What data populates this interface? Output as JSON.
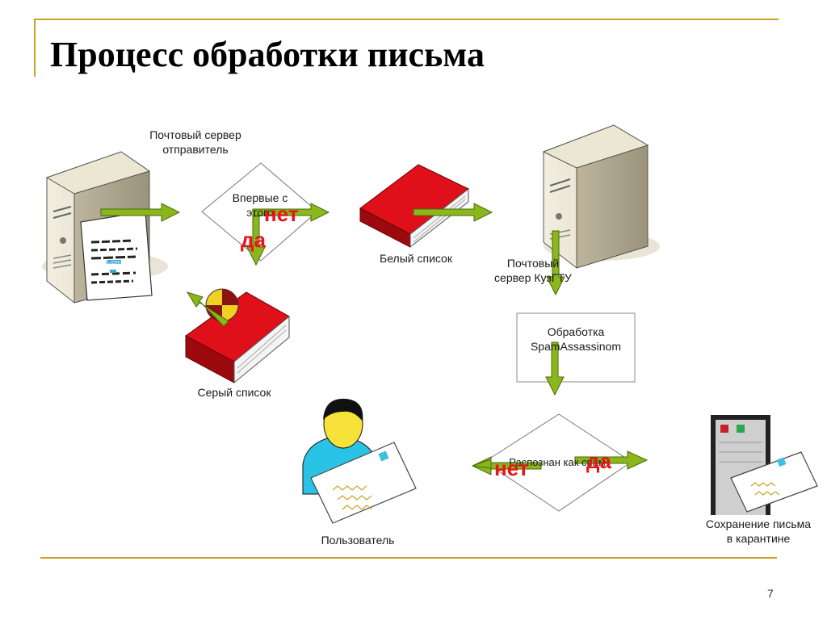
{
  "title": "Процесс обработки письма",
  "page_number": "7",
  "nodes": {
    "sender_server": "Почтовый сервер\nотправитель",
    "first_time_question": "Впервые с\nэтого",
    "whitelist": "Белый список",
    "kuzgtu_server": "Почтовый\nсервер КузГТУ",
    "spamassassin": "Обработка\nSpamAssassinom",
    "greylist": "Серый список",
    "recognized_question": "Распознан как спам",
    "user": "Пользователь",
    "quarantine": "Сохранение письма\nв карантине"
  },
  "branches": {
    "first_no": "нет",
    "first_yes": "да",
    "recognized_no": "нет",
    "recognized_yes": "да"
  },
  "icons": {
    "license_text": "License"
  },
  "colors": {
    "accent_rule": "#c9a227",
    "arrow_green": "#8ab81c",
    "book_red": "#e0101a",
    "branch_red": "#e8141a"
  }
}
